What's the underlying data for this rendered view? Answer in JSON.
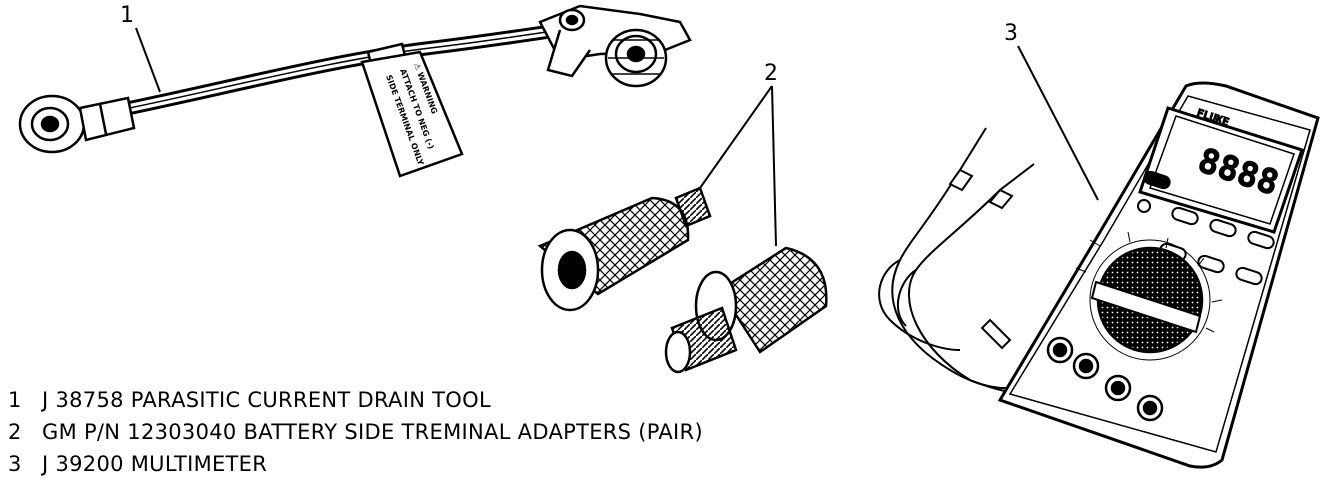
{
  "callouts": {
    "one": "1",
    "two": "2",
    "three": "3"
  },
  "tag": {
    "line1": "⚠ WARNING",
    "line2": "ATTACH TO NEG (-)",
    "line3": "SIDE TERMINAL ONLY"
  },
  "meter": {
    "brand": "FLUKE",
    "display": "8888"
  },
  "legend": [
    {
      "num": "1",
      "text": "J 38758 PARASITIC CURRENT DRAIN TOOL"
    },
    {
      "num": "2",
      "text": "GM P/N 12303040 BATTERY SIDE TREMINAL ADAPTERS (PAIR)"
    },
    {
      "num": "3",
      "text": "J 39200 MULTIMETER"
    }
  ]
}
